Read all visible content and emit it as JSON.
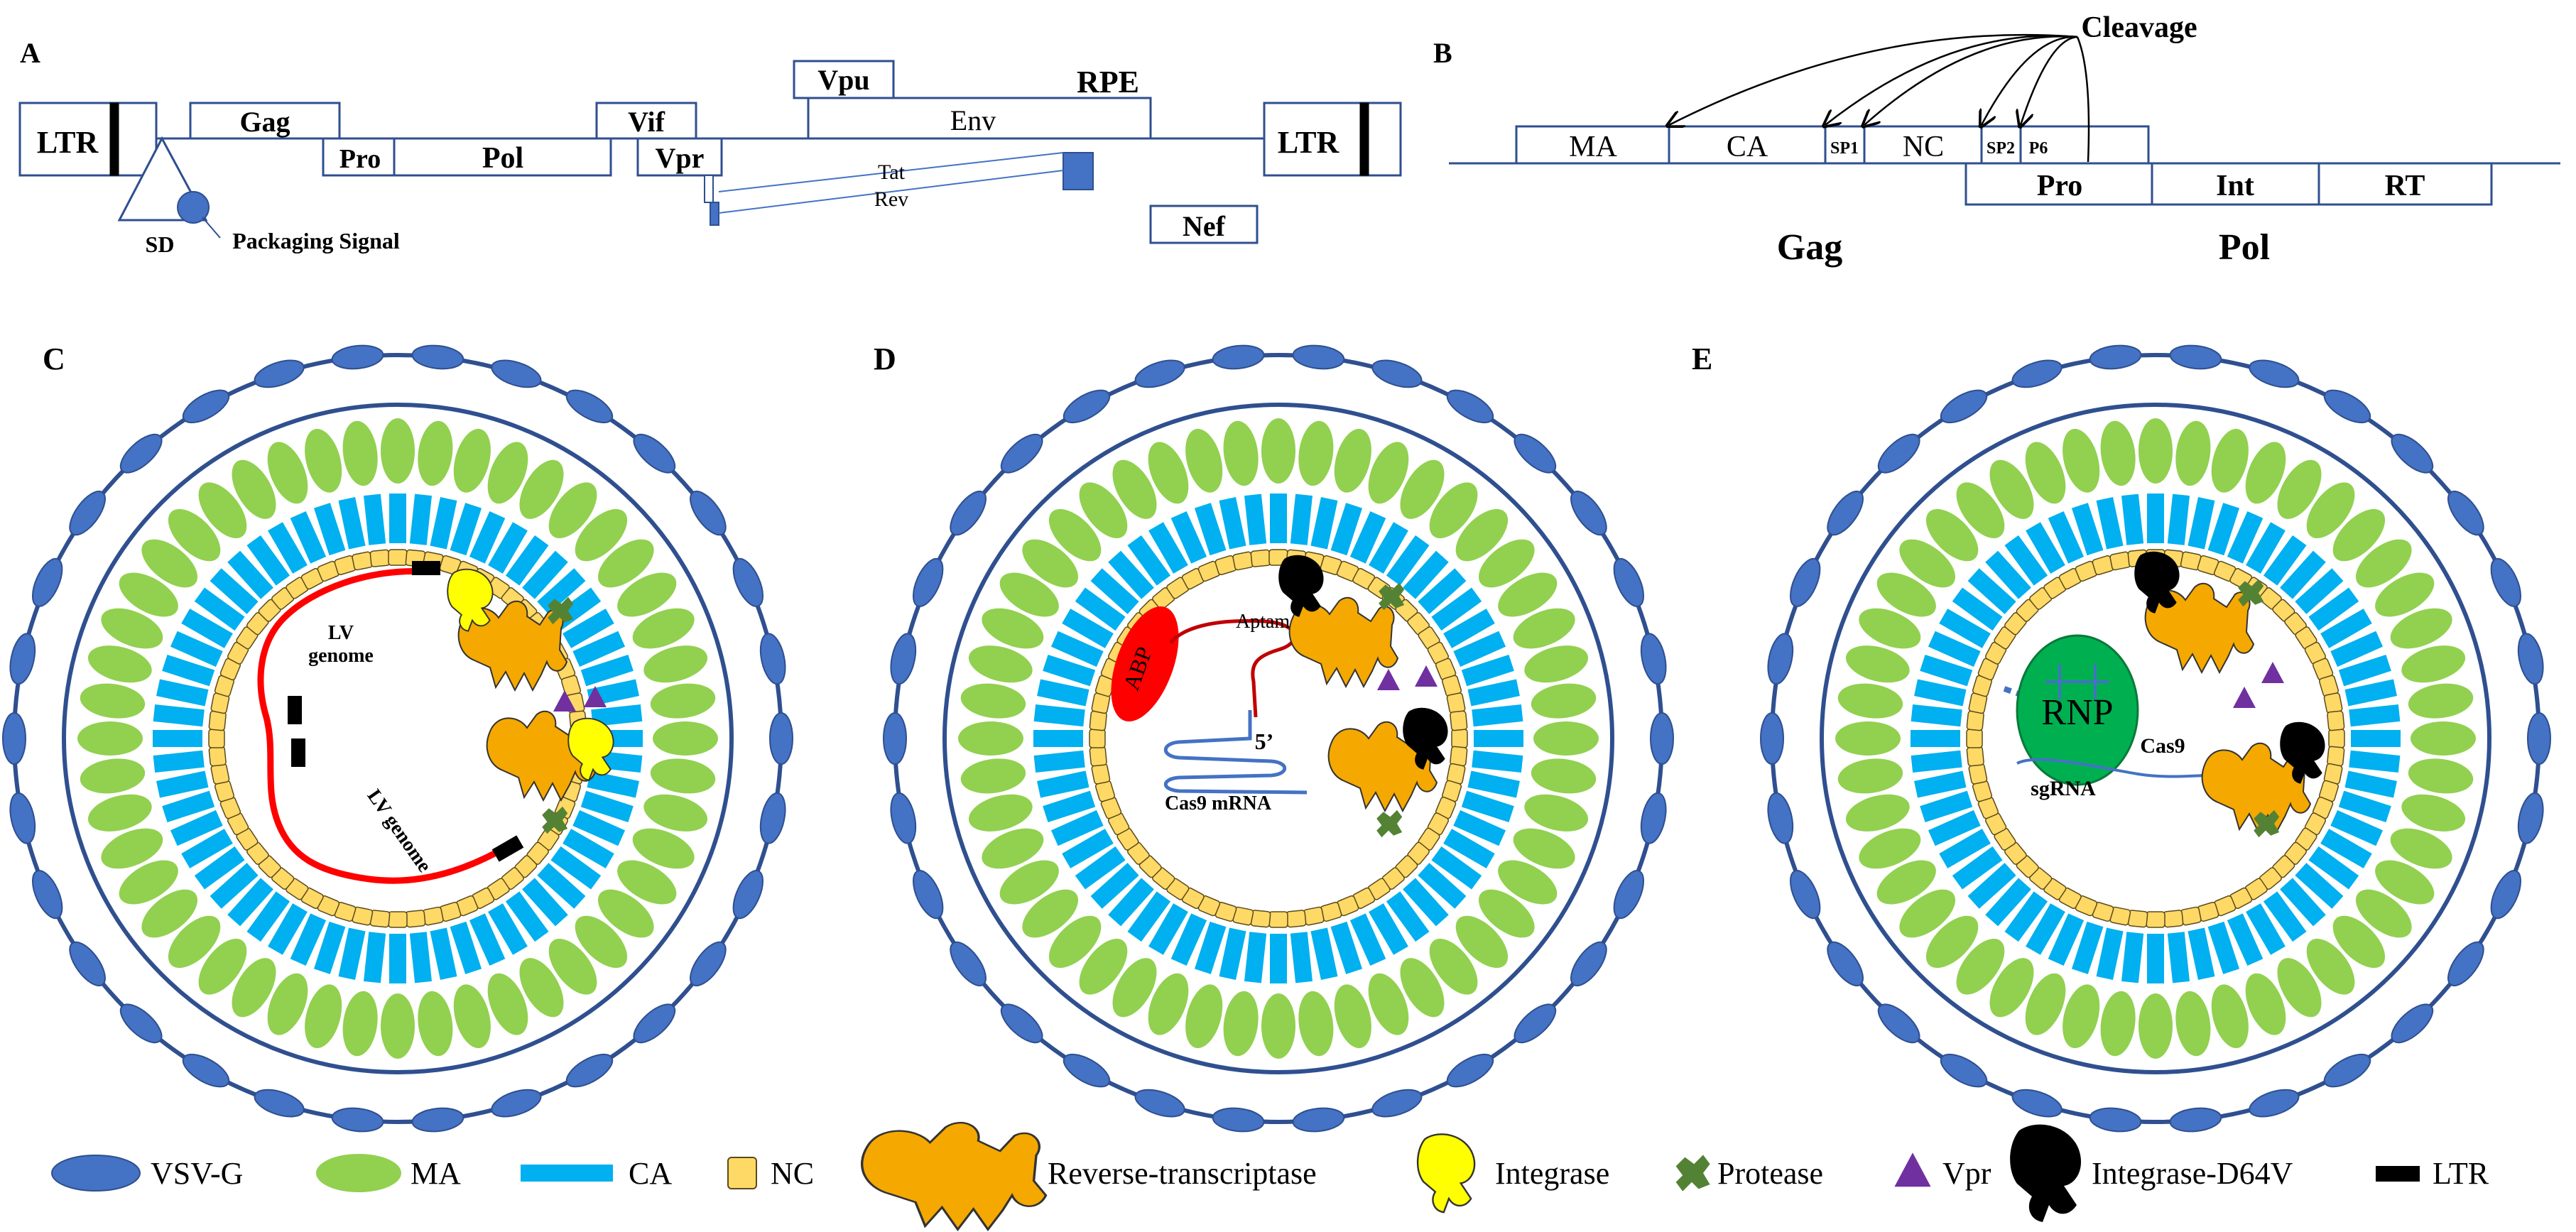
{
  "panels": {
    "a": "A",
    "b": "B",
    "c": "C",
    "d": "D",
    "e": "E"
  },
  "panel_a": {
    "ltr_left": "LTR",
    "ltr_right": "LTR",
    "gag": "Gag",
    "pro": "Pro",
    "pol": "Pol",
    "vif": "Vif",
    "vpr": "Vpr",
    "vpu": "Vpu",
    "env": "Env",
    "rpe": "RPE",
    "nef": "Nef",
    "tat": "Tat",
    "rev": "Rev",
    "sd": "SD",
    "packaging_signal": "Packaging Signal"
  },
  "panel_b": {
    "cleavage": "Cleavage",
    "ma": "MA",
    "ca": "CA",
    "sp1": "SP1",
    "nc": "NC",
    "sp2": "SP2",
    "p6": "P6",
    "pro": "Pro",
    "int": "Int",
    "rt": "RT",
    "gag": "Gag",
    "pol": "Pol"
  },
  "panel_c": {
    "lv_genome_1": "LV\ngenome",
    "lv_genome_2": "LV genome"
  },
  "panel_d": {
    "abp": "ABP",
    "aptamer": "Aptamer",
    "five_prime": "5’",
    "cas9_mrna": "Cas9 mRNA"
  },
  "panel_e": {
    "rnp": "RNP",
    "cas9": "Cas9",
    "sgrna": "sgRNA"
  },
  "legend": {
    "vsvg": "VSV-G",
    "ma": "MA",
    "ca": "CA",
    "nc": "NC",
    "rt": "Reverse-transcriptase",
    "integrase": "Integrase",
    "protease": "Protease",
    "vpr": "Vpr",
    "integrase_d64v": "Integrase-D64V",
    "ltr": "LTR"
  },
  "colors": {
    "outline": "#2f4f8f",
    "vsvg": "#4472c4",
    "ma": "#92d050",
    "ca": "#00b0f0",
    "nc": "#ffd966",
    "rt": "#f5a800",
    "integrase": "#ffff00",
    "protease": "#548235",
    "vpr": "#7030a0",
    "genome": "#ff0000",
    "abp": "#ff0000",
    "rnp": "#00b050",
    "rna": "#4472c4"
  }
}
